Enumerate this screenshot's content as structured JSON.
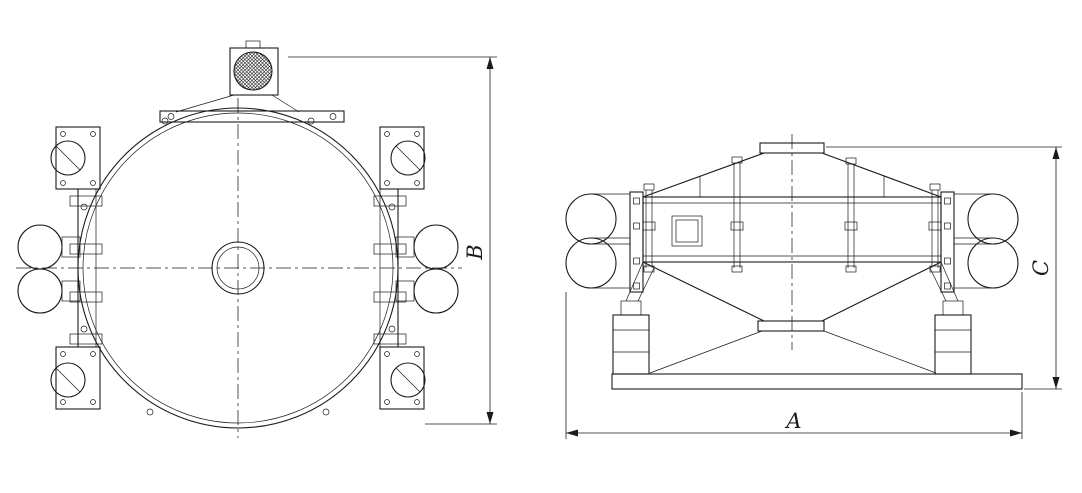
{
  "colors": {
    "line": "#1b1b1b",
    "background": "#ffffff"
  },
  "dimension_labels": {
    "a": "A",
    "b": "B",
    "c": "C"
  },
  "views": {
    "front": "front-view",
    "side": "side-view"
  }
}
